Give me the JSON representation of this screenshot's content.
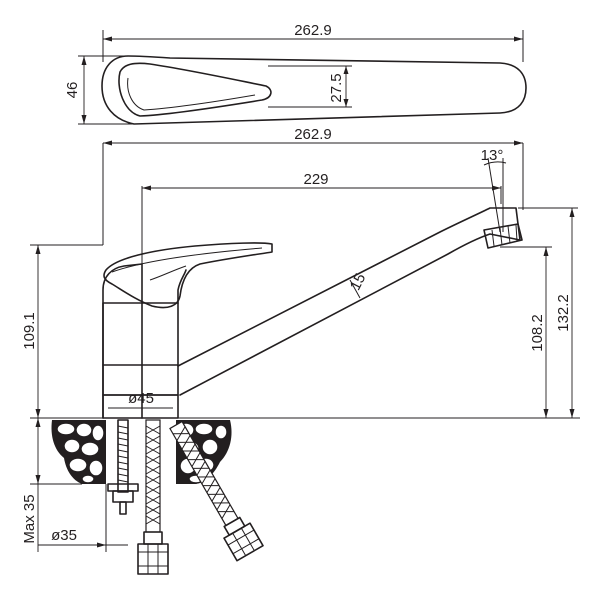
{
  "dimensions": {
    "top_length": "262.9",
    "handle_width": "46",
    "handle_height": "27.5",
    "overall_length": "262.9",
    "spout_angle": "13°",
    "spout_reach": "229",
    "spout_diameter": "15",
    "body_height": "109.1",
    "spout_height": "108.2",
    "overall_height": "132.2",
    "base_diameter": "ø45",
    "hole_diameter": "ø35",
    "max_thickness": "Max 35"
  }
}
